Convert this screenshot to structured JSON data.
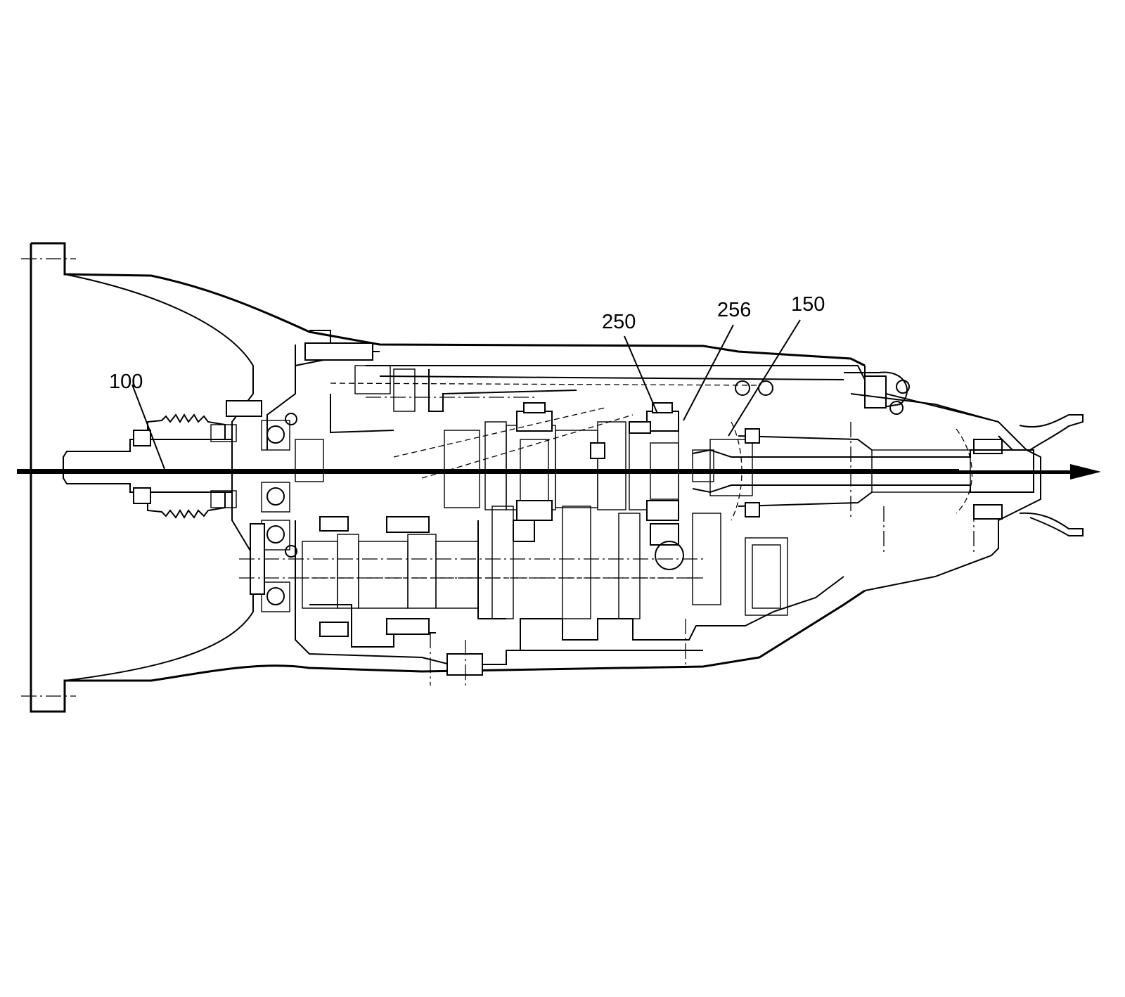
{
  "figure": {
    "callouts": [
      {
        "id": "c100",
        "label": "100"
      },
      {
        "id": "c250",
        "label": "250"
      },
      {
        "id": "c256",
        "label": "256"
      },
      {
        "id": "c150",
        "label": "150"
      }
    ],
    "power_flow_arrow": "arrow-right"
  }
}
